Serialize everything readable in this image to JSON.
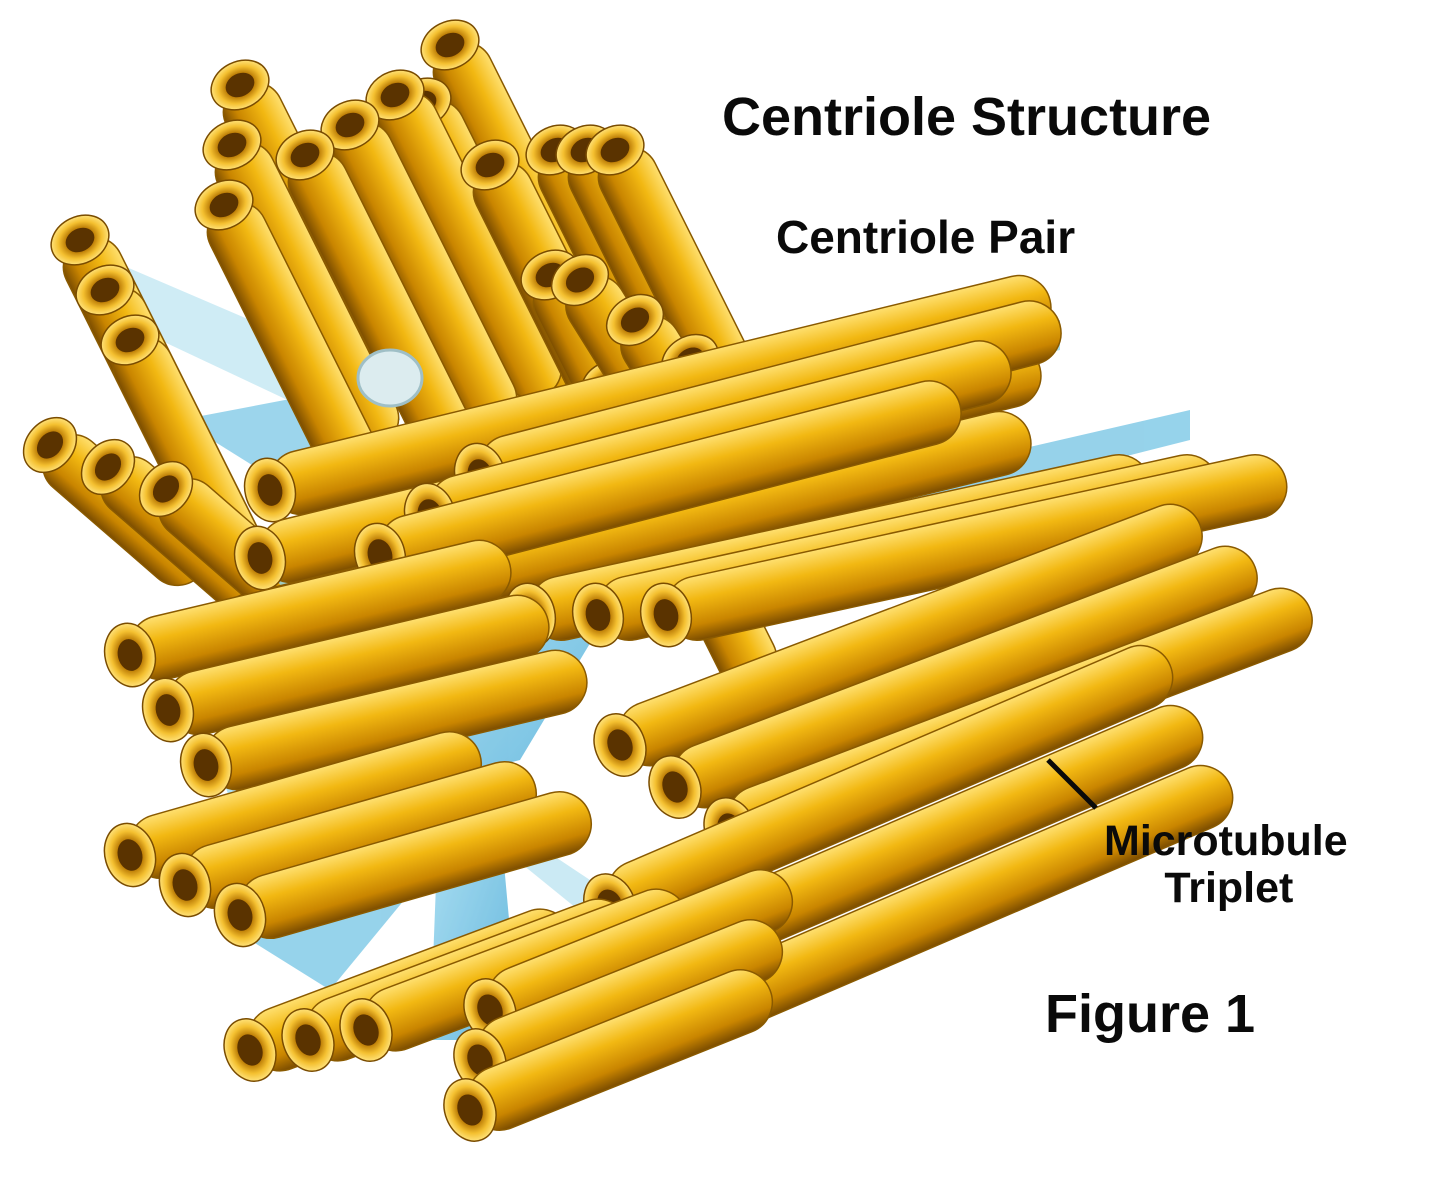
{
  "diagram": {
    "title": "Centriole Structure",
    "labels": {
      "centriole_pair": "Centriole Pair",
      "microtubule_triplet_line1": "Microtubule",
      "microtubule_triplet_line2": "Triplet"
    },
    "figure_label": "Figure 1"
  },
  "colors": {
    "tube_gold": "#e0a000",
    "tube_highlight": "#ffd84a",
    "tube_shadow": "#8a5a00",
    "membrane_blue": "#4bb6e0",
    "membrane_light": "#bfe6f2",
    "text": "#0a0a0a"
  }
}
